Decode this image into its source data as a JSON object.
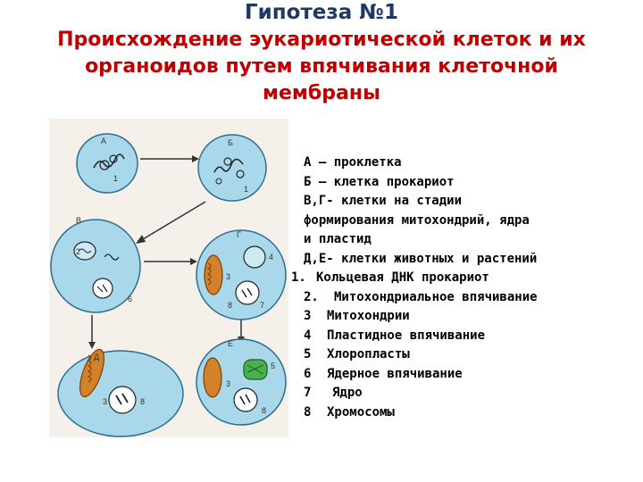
{
  "title": {
    "line1": "Гипотеза №1",
    "line2": "Происхождение эукариотической клеток и их органоидов путем впячивания клеточной мембраны"
  },
  "figure": {
    "labels": {
      "a": "А",
      "b": "Б",
      "v": "В",
      "g": "Г",
      "d": "Д",
      "e": "Е",
      "n1a": "1",
      "n1b": "1",
      "n2": "2",
      "n6v": "6",
      "n3g": "3",
      "n4g": "4",
      "n8g": "8",
      "n7g": "7",
      "n3d": "3",
      "n8d": "8",
      "n3e": "3",
      "n5e": "5",
      "n8e": "8"
    }
  },
  "legend": {
    "intro": [
      "А – проклетка",
      "Б – клетка прокариот",
      "В,Г- клетки на стадии",
      "формирования митохондрий, ядра",
      "и пластид",
      "Д,Е- клетки животных и растений"
    ],
    "items": [
      {
        "num": "1.",
        "text": "Кольцевая ДНК прокариот"
      },
      {
        "num": "2.",
        "text": "Митохондриальное впячивание"
      },
      {
        "num": "3",
        "text": "Митохондрии"
      },
      {
        "num": "4",
        "text": "Пластидное впячивание"
      },
      {
        "num": "5",
        "text": "Хлоропласты"
      },
      {
        "num": "6",
        "text": "Ядерное впячивание"
      },
      {
        "num": "7",
        "text": "Ядро"
      },
      {
        "num": "8",
        "text": "Хромосомы"
      }
    ]
  },
  "colors": {
    "title_line1": "#1f3864",
    "title_line2": "#c00000",
    "cell_fill": "#a8d8ea",
    "mitochondria": "#d4822a",
    "chloroplast": "#4caf50"
  }
}
